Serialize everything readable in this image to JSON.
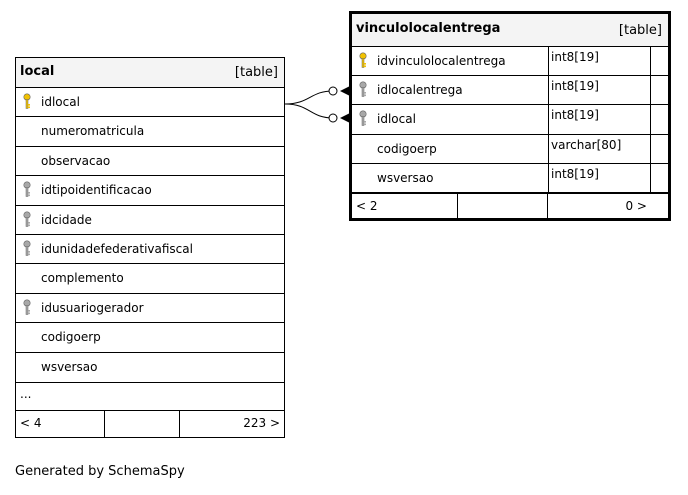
{
  "local": {
    "name": "local",
    "kind": "[table]",
    "columns": [
      {
        "name": "idlocal",
        "key": "primary"
      },
      {
        "name": "numeromatricula",
        "key": "none"
      },
      {
        "name": "observacao",
        "key": "none"
      },
      {
        "name": "idtipoidentificacao",
        "key": "foreign"
      },
      {
        "name": "idcidade",
        "key": "foreign"
      },
      {
        "name": "idunidadefederativafiscal",
        "key": "foreign"
      },
      {
        "name": "complemento",
        "key": "none"
      },
      {
        "name": "idusuariogerador",
        "key": "foreign"
      },
      {
        "name": "codigoerp",
        "key": "none"
      },
      {
        "name": "wsversao",
        "key": "none"
      }
    ],
    "more": "...",
    "parents": "< 4",
    "children": "223 >"
  },
  "vinculo": {
    "name": "vinculolocalentrega",
    "kind": "[table]",
    "columns": [
      {
        "name": "idvinculolocalentrega",
        "type": "int8[19]",
        "key": "primary"
      },
      {
        "name": "idlocalentrega",
        "type": "int8[19]",
        "key": "foreign"
      },
      {
        "name": "idlocal",
        "type": "int8[19]",
        "key": "foreign"
      },
      {
        "name": "codigoerp",
        "type": "varchar[80]",
        "key": "none"
      },
      {
        "name": "wsversao",
        "type": "int8[19]",
        "key": "none"
      }
    ],
    "parents": "< 2",
    "children": "0 >"
  },
  "footer": "Generated by SchemaSpy",
  "colors": {
    "primary_key": "#f2c200",
    "foreign_key": "#a8a8a8"
  }
}
